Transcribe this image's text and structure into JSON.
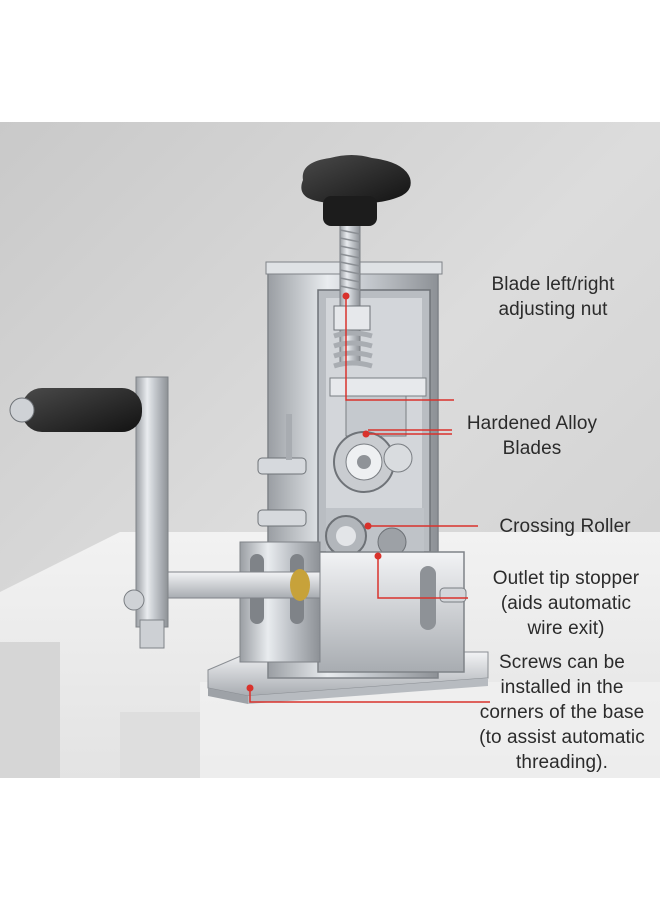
{
  "callouts": [
    {
      "lines": [
        "Blade left/right",
        "adjusting nut"
      ]
    },
    {
      "lines": [
        "Hardened Alloy",
        "Blades"
      ]
    },
    {
      "lines": [
        "Crossing Roller"
      ]
    },
    {
      "lines": [
        "Outlet tip stopper",
        "(aids automatic",
        "wire exit)"
      ]
    },
    {
      "lines": [
        "Screws can be",
        "installed in the",
        "corners of the base",
        "(to assist automatic",
        "threading)."
      ]
    }
  ],
  "colors": {
    "callout_line": "#d9322c",
    "label_text": "#2b2b2b",
    "background_wall": "#d8d8d8",
    "table": "#ececec"
  }
}
